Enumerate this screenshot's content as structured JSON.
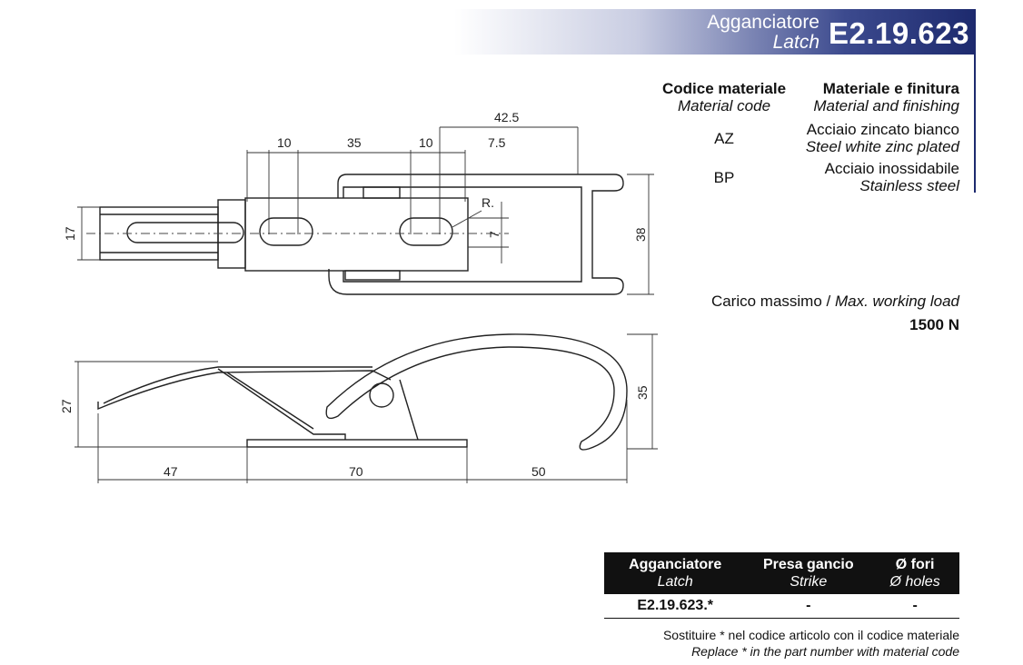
{
  "header": {
    "title_it": "Agganciatore",
    "title_en": "Latch",
    "code": "E2.19.623"
  },
  "materials": {
    "col1_it": "Codice materiale",
    "col1_en": "Material code",
    "col2_it": "Materiale e finitura",
    "col2_en": "Material and finishing",
    "rows": [
      {
        "code": "AZ",
        "it": "Acciaio zincato bianco",
        "en": "Steel white zinc plated"
      },
      {
        "code": "BP",
        "it": "Acciaio inossidabile",
        "en": "Stainless steel"
      }
    ]
  },
  "load": {
    "label_it": "Carico massimo /",
    "label_en": "Max. working load",
    "value": "1500 N"
  },
  "drawing": {
    "top_dims": {
      "d10a": "10",
      "d35": "35",
      "d10b": "10",
      "d75": "7.5",
      "d425": "42.5",
      "r": "R.",
      "d7": "7",
      "d17": "17",
      "d38": "38"
    },
    "side_dims": {
      "d27": "27",
      "d35": "35",
      "d47": "47",
      "d70": "70",
      "d50": "50"
    }
  },
  "table": {
    "headers": [
      {
        "it": "Agganciatore",
        "en": "Latch"
      },
      {
        "it": "Presa gancio",
        "en": "Strike"
      },
      {
        "it": "Ø fori",
        "en": "Ø holes"
      }
    ],
    "rows": [
      [
        "E2.19.623.*",
        "-",
        "-"
      ]
    ]
  },
  "note": {
    "it": "Sostituire * nel codice articolo con il codice materiale",
    "en": "Replace * in the part number with material code"
  },
  "colors": {
    "brand": "#1d2a6e"
  }
}
